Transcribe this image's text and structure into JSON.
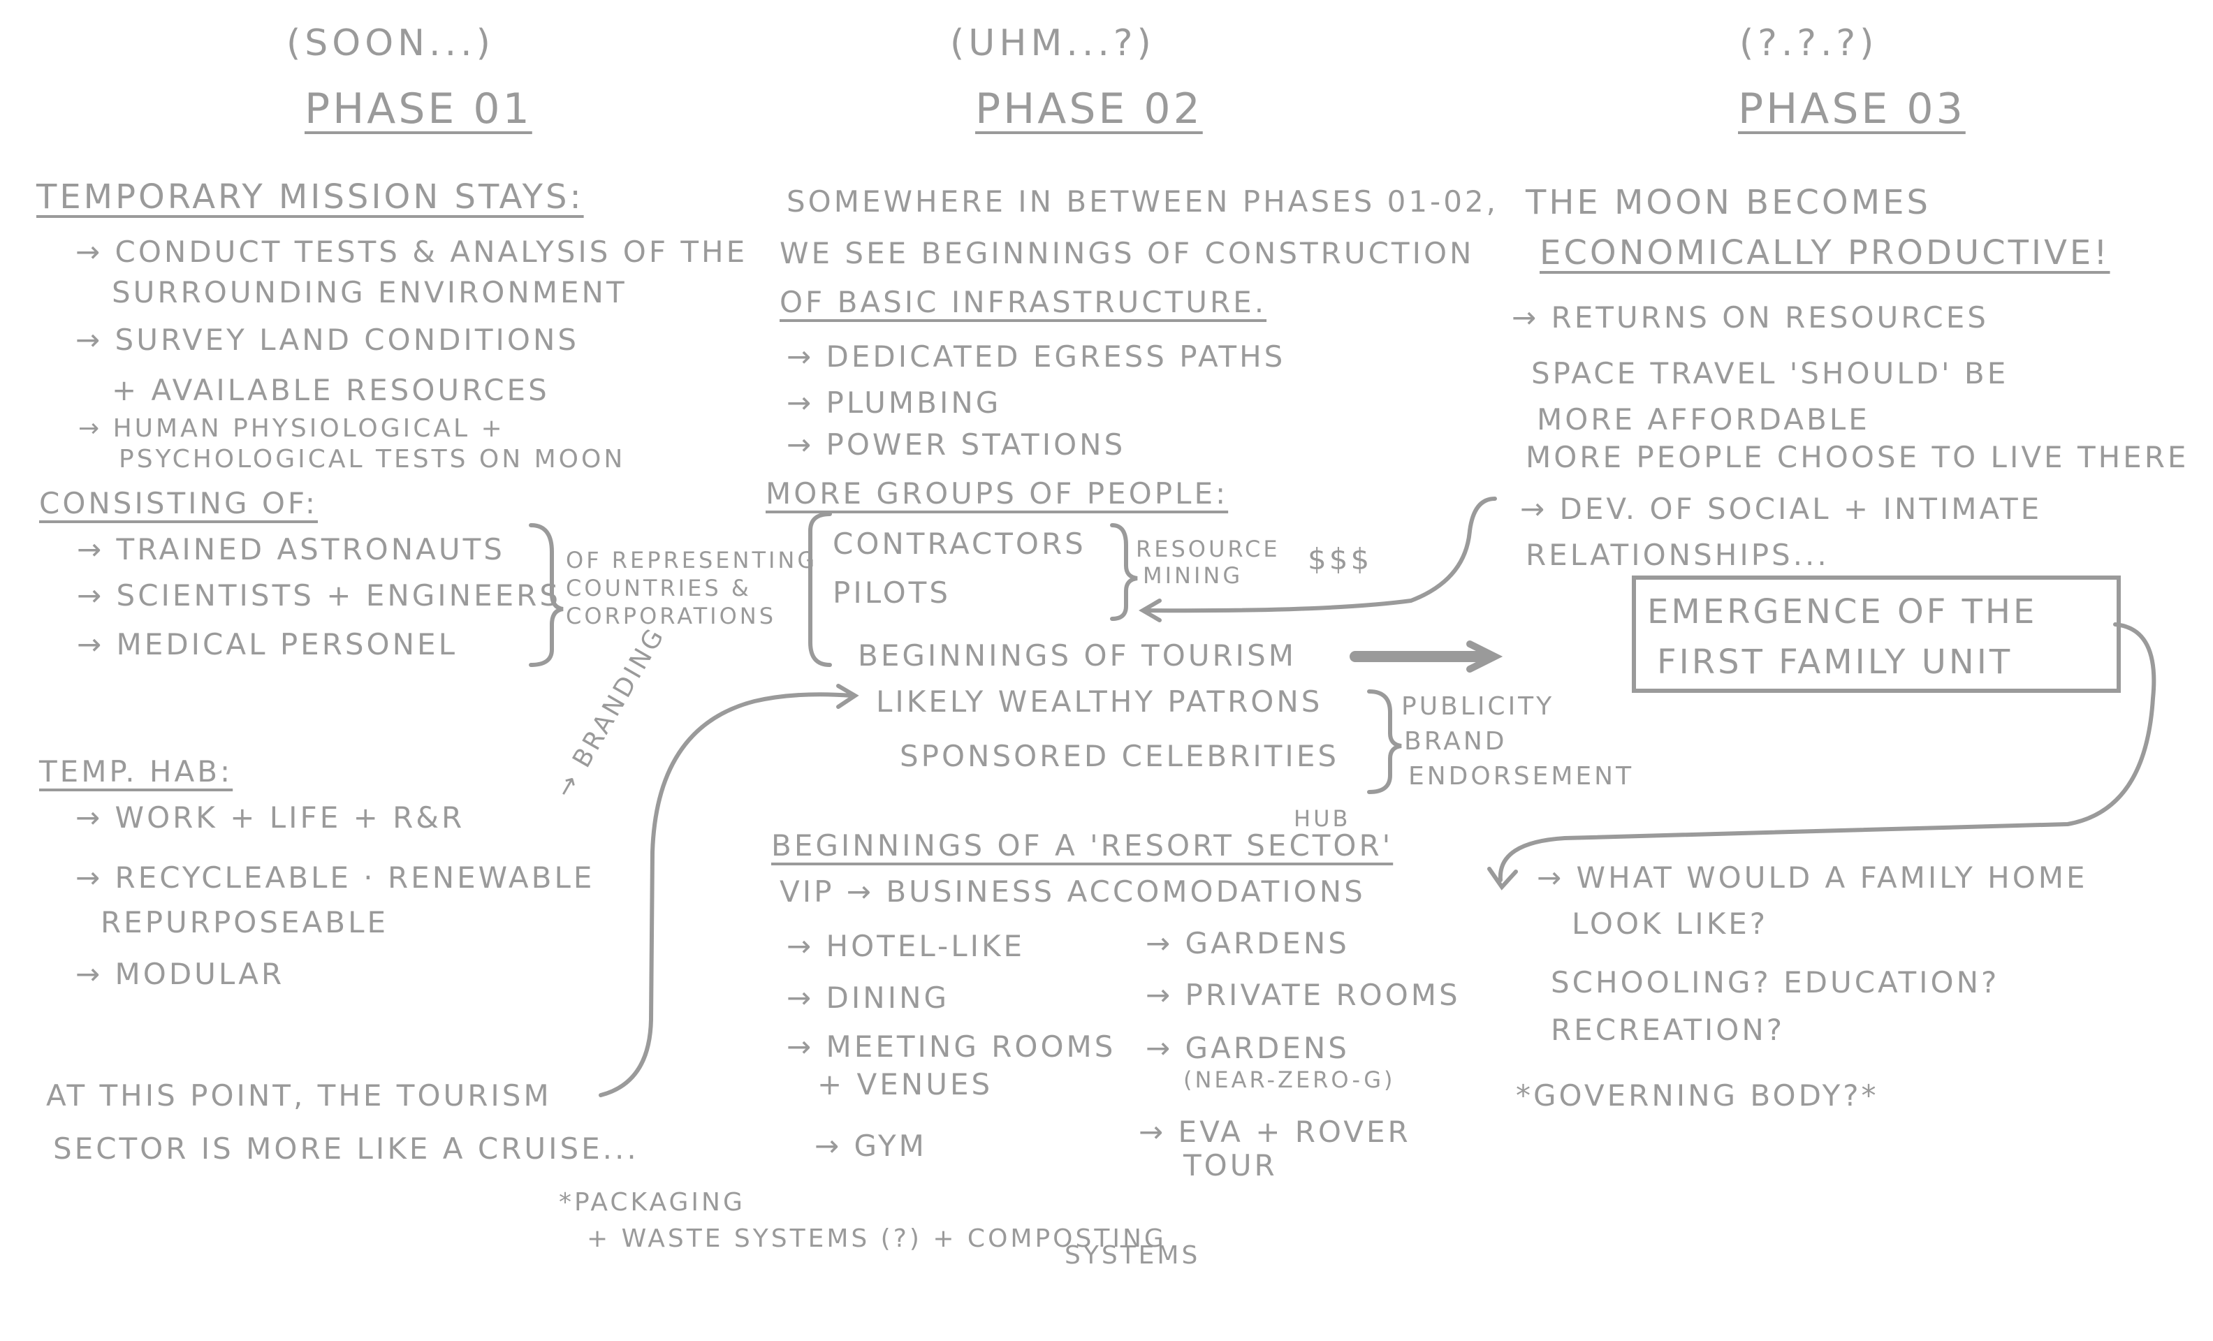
{
  "header": {
    "phase01_note": "(SOON...)",
    "phase02_note": "(UHM...?)",
    "phase03_note": "(?.?.?)",
    "phase01_title": "PHASE 01",
    "phase02_title": "PHASE 02",
    "phase03_title": "PHASE 03"
  },
  "phase01": {
    "heading": "TEMPORARY MISSION STAYS:",
    "items": [
      "→ CONDUCT TESTS & ANALYSIS OF THE",
      "SURROUNDING ENVIRONMENT",
      "→ SURVEY LAND CONDITIONS",
      "+ AVAILABLE RESOURCES",
      "→ HUMAN PHYSIOLOGICAL +",
      "PSYCHOLOGICAL TESTS ON MOON"
    ],
    "consisting_heading": "CONSISTING OF:",
    "consisting_items": [
      "→ TRAINED ASTRONAUTS",
      "→ SCIENTISTS + ENGINEERS",
      "→ MEDICAL PERSONEL"
    ],
    "consisting_note": [
      "OF REPRESENTING",
      "COUNTRIES &",
      "CORPORATIONS"
    ],
    "hab_heading": "TEMP. HAB:",
    "hab_items": [
      "→ WORK + LIFE + R&R",
      "→ RECYCLEABLE · RENEWABLE",
      "REPURPOSEABLE",
      "→ MODULAR"
    ],
    "tourism_note": [
      "AT THIS POINT, THE TOURISM",
      "SECTOR IS MORE LIKE A CRUISE..."
    ],
    "branding_label": "→ BRANDING"
  },
  "phase02": {
    "intro": [
      "SOMEWHERE IN BETWEEN PHASES 01-02,",
      "WE SEE BEGINNINGS OF CONSTRUCTION",
      "OF BASIC INFRASTRUCTURE."
    ],
    "infra_items": [
      "→ DEDICATED EGRESS PATHS",
      "→ PLUMBING",
      "→ POWER STATIONS"
    ],
    "groups_heading": "MORE GROUPS OF PEOPLE:",
    "groups_items": [
      "CONTRACTORS",
      "PILOTS",
      "BEGINNINGS OF TOURISM"
    ],
    "resource_note": [
      "RESOURCE",
      "MINING"
    ],
    "money": "$$$",
    "patrons": "LIKELY WEALTHY PATRONS",
    "celebrities": "SPONSORED CELEBRITIES",
    "publicity_note": [
      "PUBLICITY",
      "BRAND",
      "ENDORSEMENT"
    ],
    "resort_heading": "BEGINNINGS OF A 'RESORT SECTOR'",
    "hub_label": "HUB",
    "vip_line": "VIP → BUSINESS ACCOMODATIONS",
    "resort_left": [
      "→ HOTEL-LIKE",
      "→ DINING",
      "→ MEETING ROOMS",
      "+ VENUES",
      "→ GYM"
    ],
    "resort_right": [
      "→ GARDENS",
      "→ PRIVATE ROOMS",
      "→ GARDENS",
      "(NEAR-ZERO-G)",
      "→ EVA + ROVER",
      "TOUR"
    ],
    "packaging_note": [
      "*PACKAGING",
      "+ WASTE SYSTEMS (?) + COMPOSTING",
      "SYSTEMS"
    ]
  },
  "phase03": {
    "intro_line1": "THE MOON BECOMES",
    "intro_line2": "ECONOMICALLY PRODUCTIVE!",
    "items": [
      "→ RETURNS ON RESOURCES",
      "SPACE TRAVEL 'SHOULD' BE",
      "MORE AFFORDABLE",
      "MORE PEOPLE CHOOSE TO LIVE THERE",
      "→ DEV. OF SOCIAL + INTIMATE",
      "RELATIONSHIPS..."
    ],
    "family_box": [
      "EMERGENCE OF THE",
      "FIRST FAMILY UNIT"
    ],
    "questions": [
      "→ WHAT WOULD A FAMILY HOME",
      "LOOK LIKE?",
      "SCHOOLING? EDUCATION?",
      "RECREATION?",
      "*GOVERNING BODY?*"
    ]
  }
}
